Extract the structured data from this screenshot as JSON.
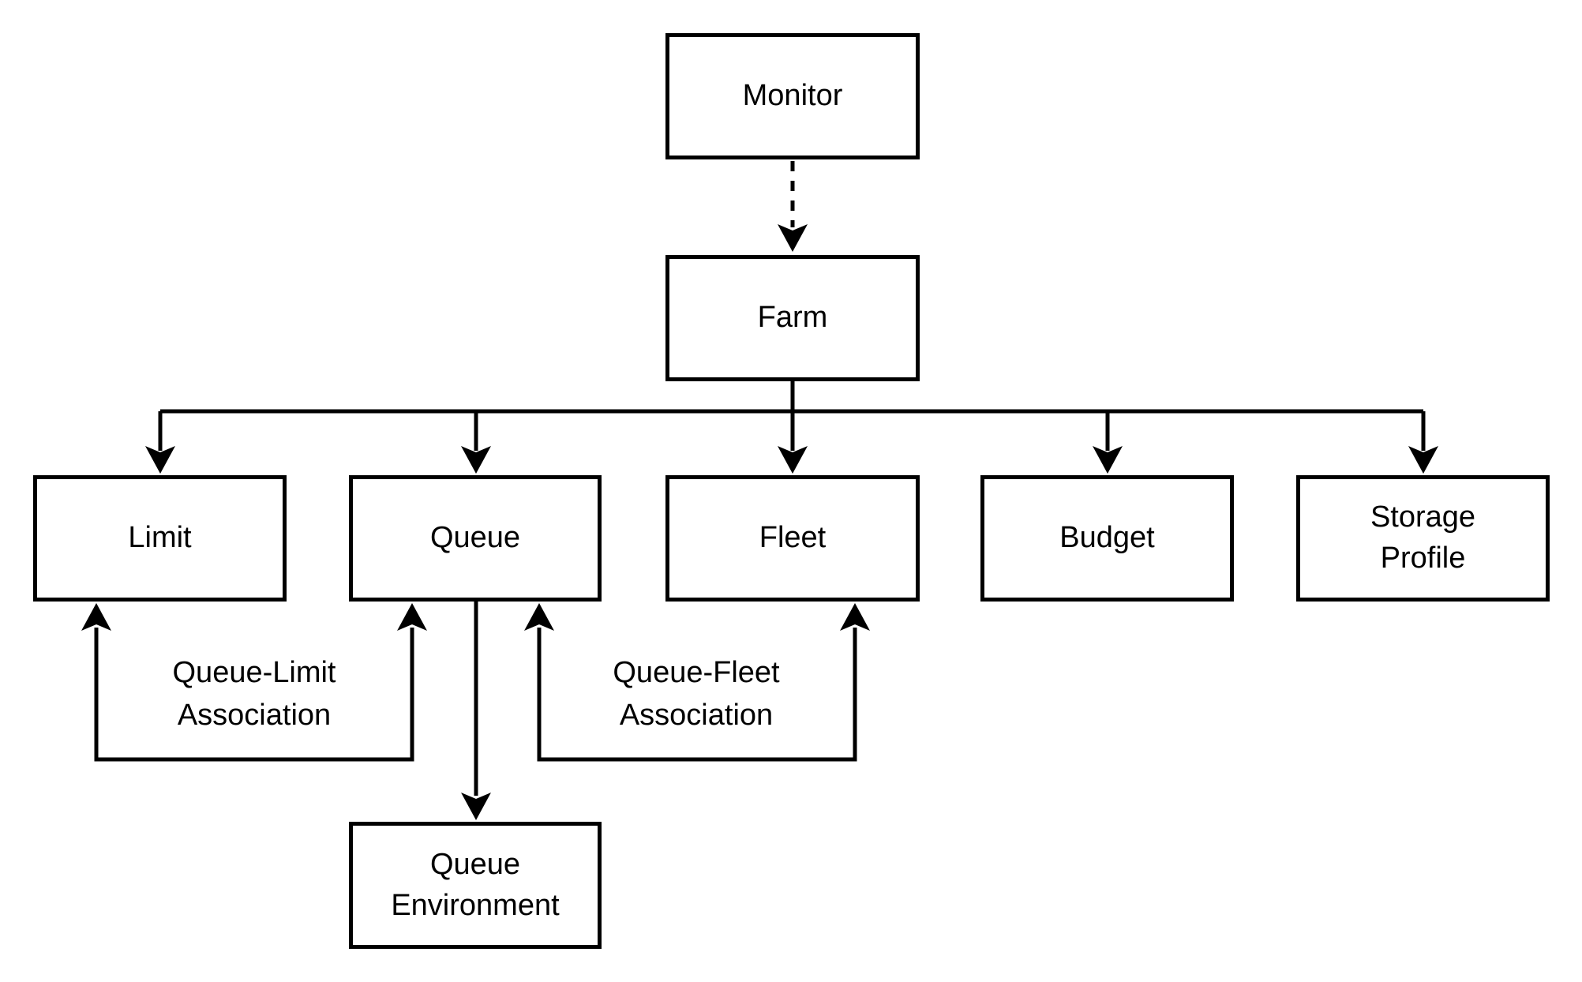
{
  "diagram": {
    "background_color": "#ffffff",
    "line_color": "#000000",
    "text_color": "#000000",
    "nodes": {
      "monitor": {
        "label": "Monitor"
      },
      "farm": {
        "label": "Farm"
      },
      "limit": {
        "label": "Limit"
      },
      "queue": {
        "label": "Queue"
      },
      "fleet": {
        "label": "Fleet"
      },
      "budget": {
        "label": "Budget"
      },
      "storage_profile": {
        "label": "Storage Profile"
      },
      "queue_environment": {
        "label": "Queue Environment"
      }
    },
    "edge_labels": {
      "queue_limit": "Queue-Limit Association",
      "queue_fleet": "Queue-Fleet Association"
    }
  }
}
